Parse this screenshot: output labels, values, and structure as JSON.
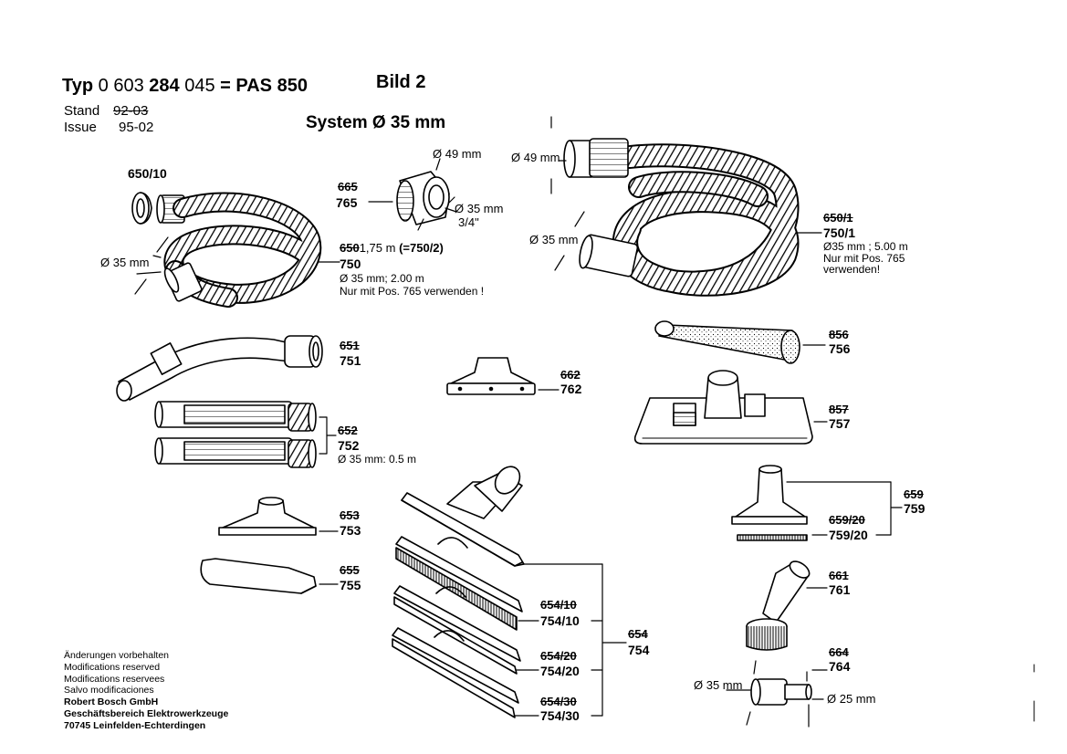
{
  "header": {
    "typ_prefix": "Typ",
    "typ_a": "0 603",
    "typ_b": "284",
    "typ_c": "045",
    "typ_d": "= PAS 850",
    "bild": "Bild 2",
    "stand_label": "Stand",
    "stand_value": "92-03",
    "issue_label": "Issue",
    "issue_value": "95-02",
    "system": "System Ø 35 mm"
  },
  "parts": {
    "p650_10": {
      "new": "650/10"
    },
    "p765": {
      "old": "665",
      "new": "765",
      "dim_outer": "Ø 49 mm",
      "dim_inner": "Ø 35 mm",
      "thread": "3/4\""
    },
    "p750": {
      "old": "650",
      "length": "1,75 m",
      "alt": "(=750/2)",
      "new": "750",
      "spec": "Ø 35 mm; 2.00 m",
      "note": "Nur mit Pos. 765 verwenden !",
      "dim": "Ø 35 mm"
    },
    "p750_1": {
      "old": "650/1",
      "new": "750/1",
      "spec": "Ø35 mm ; 5.00 m",
      "note1": "Nur mit Pos. 765",
      "note2": "verwenden!",
      "dim_top": "Ø 49 mm",
      "dim_bottom": "Ø 35 mm"
    },
    "p751": {
      "old": "651",
      "new": "751"
    },
    "p762": {
      "old": "662",
      "new": "762"
    },
    "p756": {
      "old": "856",
      "new": "756"
    },
    "p757": {
      "old": "857",
      "new": "757"
    },
    "p752": {
      "old": "652",
      "new": "752",
      "spec": "Ø 35 mm: 0.5 m"
    },
    "p753": {
      "old": "653",
      "new": "753"
    },
    "p755": {
      "old": "655",
      "new": "755"
    },
    "p759": {
      "old": "659",
      "new": "759"
    },
    "p759_20": {
      "old": "659/20",
      "new": "759/20"
    },
    "p761": {
      "old": "661",
      "new": "761"
    },
    "p764": {
      "old": "664",
      "new": "764",
      "dim_left": "Ø 35 mm",
      "dim_right": "Ø 25 mm"
    },
    "p754": {
      "old": "654",
      "new": "754"
    },
    "p754_10": {
      "old": "654/10",
      "new": "754/10"
    },
    "p754_20": {
      "old": "654/20",
      "new": "754/20"
    },
    "p754_30": {
      "old": "654/30",
      "new": "754/30"
    }
  },
  "footer": {
    "lines": [
      "Änderungen vorbehalten",
      "Modifications reserved",
      "Modifications reservees",
      "Salvo modificaciones"
    ],
    "company": "Robert Bosch GmbH",
    "division": "Geschäftsbereich Elektrowerkzeuge",
    "address": "70745 Leinfelden-Echterdingen"
  }
}
